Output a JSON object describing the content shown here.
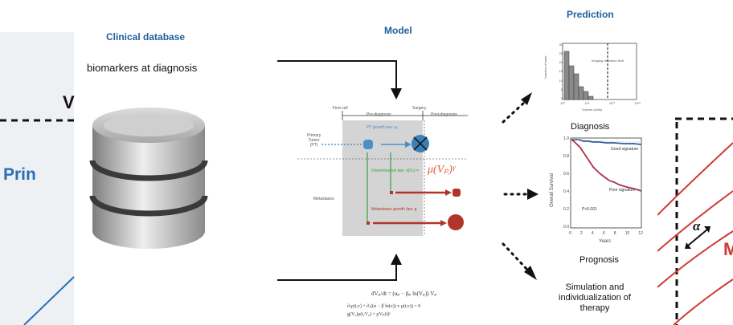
{
  "colors": {
    "header_blue": "#1f5fa0",
    "pt_blue": "#4a90c8",
    "met_red": "#b0362a",
    "green": "#3aa03a",
    "gray_panel": "#d4d4d4",
    "ghost_blue": "#2c6fb5",
    "ghost_red": "#d03a32"
  },
  "clinical": {
    "title": "Clinical database",
    "subtitle": "biomarkers at diagnosis",
    "icon": "database-icon"
  },
  "model": {
    "title": "Model",
    "timeline": {
      "first_cell": "First cell",
      "pre": "Pre-diagnosis",
      "surgery": "Surgery",
      "post": "Post-diagnosis"
    },
    "pt_label": "Primary\nTumor\n(PT)",
    "pt_law": "PT growth law: gₚ",
    "dissemination": "Dissemination law: d(Vₚ) =",
    "mu_formula": "μ(Vₚ)ᵞ",
    "metastases": "Metastases",
    "met_law": "Metastases growth law: g",
    "eq1": "dVₚ/dt = (αₚ − βₚ ln(Vₚ)) Vₚ",
    "eq2": "∂ₜρ(t,v) + ∂ᵥ((α − β ln(v)) v ρ(t,v)) = 0",
    "eq3": "g(V₀)ρ(t,V₀) = μVₚ(t)ᵞ"
  },
  "prediction": {
    "title": "Prediction",
    "histogram": {
      "ylabel": "Number of mets",
      "xlabel": "Volume (cells)",
      "annotation": "Imaging detection limit",
      "yticks": [
        "30",
        "25",
        "20",
        "15",
        "10",
        "5",
        "0"
      ],
      "xticks": [
        "10⁰",
        "10⁵",
        "10¹⁰",
        "10¹⁵"
      ]
    },
    "diagnosis_label": "Diagnosis",
    "survival": {
      "ylabel": "Overall Survival",
      "xlabel": "Years",
      "yticks": [
        "1.0",
        "0.8",
        "0.6",
        "0.4",
        "0.2",
        "0.0"
      ],
      "xticks": [
        "0",
        "2",
        "4",
        "6",
        "8",
        "10",
        "12"
      ],
      "good": "Good signature",
      "poor": "Poor signature",
      "pvalue": "P<0.001"
    },
    "prognosis_label": "Prognosis",
    "simulation_label": "Simulation and individualization of therapy"
  },
  "ghost_left": {
    "text1": "V",
    "text2": "Prin"
  },
  "ghost_right": {
    "alpha": "α",
    "letter": "M"
  }
}
